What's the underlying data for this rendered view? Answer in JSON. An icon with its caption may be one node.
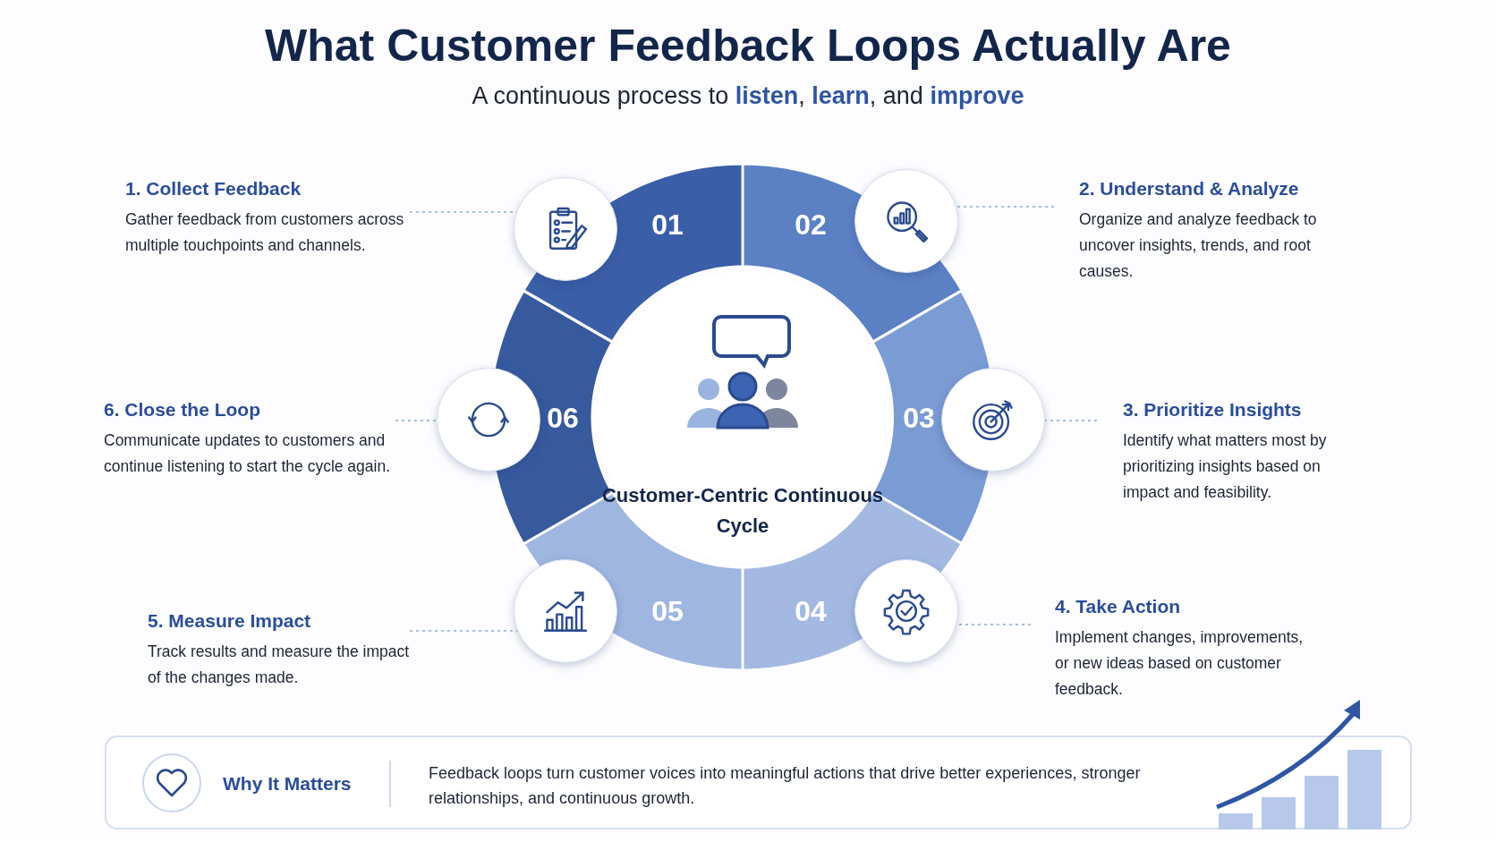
{
  "diagram": {
    "title": "What Customer Feedback Loops Actually Are",
    "nodes": [
      {
        "text": [
          "01"
        ]
      },
      {
        "text": [
          "02"
        ]
      },
      {
        "text": [
          "03"
        ]
      },
      {
        "text": [
          "04"
        ]
      },
      {
        "text": [
          "05"
        ]
      },
      {
        "text": [
          "06"
        ]
      },
      {
        "text": [
          "Customer-Centric Continuous Cycle"
        ]
      },
      {
        "text": [],
        "shape": "circle"
      },
      {
        "text": [],
        "shape": "circle"
      },
      {
        "text": [],
        "shape": "circle"
      },
      {
        "text": [],
        "shape": "circle"
      },
      {
        "text": [],
        "shape": "circle"
      },
      {
        "text": [],
        "shape": "circle"
      },
      {
        "text": [
          "1. Collect Feedback",
          "Gather feedback from customers across multiple touchpoints and channels."
        ]
      },
      {
        "text": [
          "2. Understand & Analyze",
          "Organize and analyze feedback to uncover insights, trends, and root causes."
        ]
      },
      {
        "text": [
          "3. Prioritize Insights",
          "Identify what matters most by prioritizing insights based on impact and feasibility."
        ]
      },
      {
        "text": [
          "4. Take Action",
          "Implement changes, improvements, or new ideas based on customer feedback."
        ]
      },
      {
        "text": [
          "5. Measure Impact",
          "Track results and measure the impact of the changes made."
        ]
      },
      {
        "text": [
          "6. Close the Loop",
          "Communicate updates to customers and continue listening to start the cycle again."
        ]
      },
      {
        "text": [
          "Why It Matters",
          "Feedback loops turn customer voices into meaningful actions that drive better experiences, stronger relationships, and continuous growth."
        ]
      }
    ],
    "edges": [
      {
        "from": 13,
        "to": 7,
        "arrow": "none",
        "style": "dashed"
      },
      {
        "from": 14,
        "to": 8,
        "arrow": "none",
        "style": "dashed"
      },
      {
        "from": 15,
        "to": 9,
        "arrow": "none",
        "style": "dashed"
      },
      {
        "from": 16,
        "to": 10,
        "arrow": "none",
        "style": "dashed"
      },
      {
        "from": 17,
        "to": 11,
        "arrow": "none",
        "style": "dashed"
      },
      {
        "from": 18,
        "to": 12,
        "arrow": "none",
        "style": "dashed"
      }
    ],
    "labels": [
      "A continuous process to **listen**, **learn**, and **improve**"
    ]
  }
}
